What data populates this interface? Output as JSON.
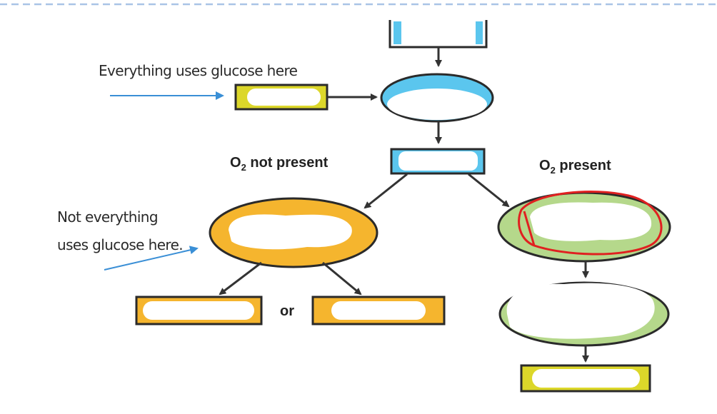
{
  "annotations": {
    "top_note": "Everything uses glucose here",
    "lower_note_line1": "Not everything",
    "lower_note_line2": "uses glucose here."
  },
  "branches": {
    "left_label_prefix": "O",
    "left_label_sub": "2",
    "left_label_suffix": " not present",
    "right_label_prefix": "O",
    "right_label_sub": "2",
    "right_label_suffix": " present"
  },
  "connector_or": "or",
  "colors": {
    "blue": "#5bc6ee",
    "yellow": "#dcd72a",
    "orange": "#f5b52e",
    "green": "#b5d88b",
    "arrow": "#333333",
    "annotation_arrow": "#3a8fd6",
    "highlight_circle": "#e02020",
    "dashed_border": "#a9c4e6"
  }
}
